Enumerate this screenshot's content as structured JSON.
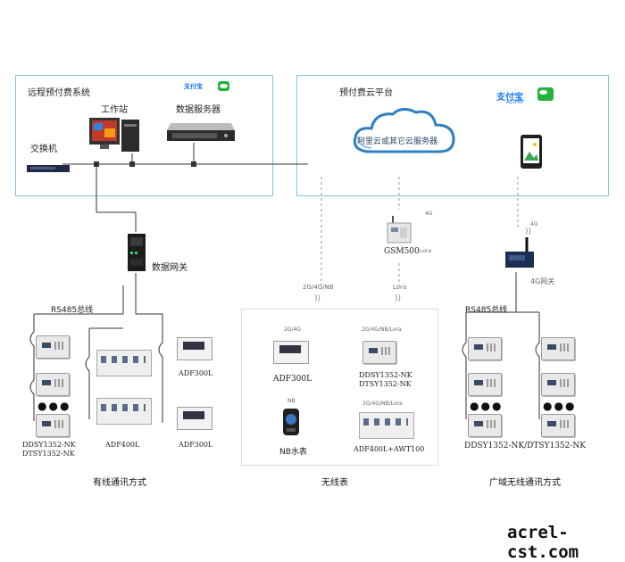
{
  "remote_system": {
    "title": "远程预付费系统",
    "workstation": "工作站",
    "data_server": "数据服务器",
    "switch": "交换机",
    "pay_logo": "支付宝"
  },
  "cloud_platform": {
    "title": "预付费云平台",
    "cloud_label": "阿里云或其它云服务器",
    "pay_logo": "支付宝",
    "pay_logo_sub": "ALIPAY"
  },
  "wired": {
    "gateway": "数据网关",
    "bus": "RS485总线",
    "meter_models": "DDSY1352-NK\nDTSY1352-NK",
    "adf400": "ADF400L",
    "adf300_top": "ADF300L",
    "adf300_bottom": "ADF300L",
    "caption": "有线通讯方式"
  },
  "wireless": {
    "gsm": "GSM500",
    "sig_4g": "4G",
    "sig_lora_right": "Lora",
    "sig_2g4gnb": "2G/4G/NB",
    "sig_lora": "Lora",
    "adf300_small": "2G/4G",
    "adf300": "ADF300L",
    "ddsy_small": "2G/4G/NB/Lora",
    "ddsy": "DDSY1352-NK\nDTSY1352-NK",
    "nb_small": "NB",
    "nb": "NB水表",
    "adf400_small": "2G/4G/NB/Lora",
    "adf400": "ADF400L+AWT100",
    "caption": "无线表"
  },
  "wan": {
    "sig_4g": "4G",
    "gateway": "4G网关",
    "bus": "RS485总线",
    "meters": "DDSY1352-NK/DTSY1352-NK",
    "caption": "广域无线通讯方式"
  },
  "watermark": "acrel-cst.com"
}
